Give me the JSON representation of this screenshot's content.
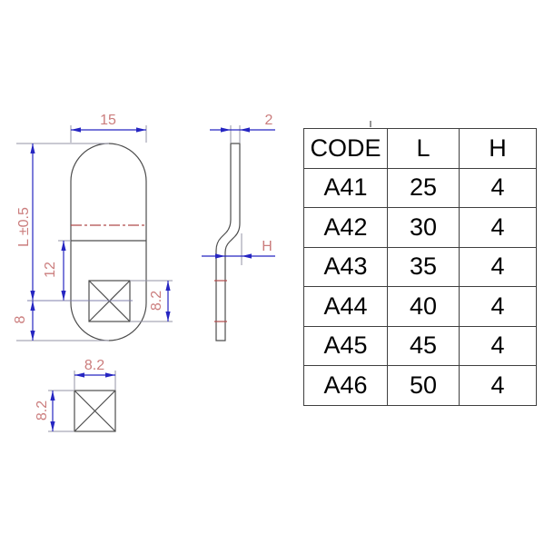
{
  "front_view": {
    "width_label": "15",
    "length_label": "L ±0.5",
    "offset_label": "12",
    "bottom_label": "8",
    "hole_label": "8.2"
  },
  "side_view": {
    "thickness_label": "2",
    "height_label": "H"
  },
  "detail_view": {
    "width_label": "8.2",
    "height_label": "8.2"
  },
  "table": {
    "headers": [
      "CODE",
      "L",
      "H"
    ],
    "rows": [
      {
        "code": "A41",
        "l": "25",
        "h": "4"
      },
      {
        "code": "A42",
        "l": "30",
        "h": "4"
      },
      {
        "code": "A43",
        "l": "35",
        "h": "4"
      },
      {
        "code": "A44",
        "l": "40",
        "h": "4"
      },
      {
        "code": "A45",
        "l": "45",
        "h": "4"
      },
      {
        "code": "A46",
        "l": "50",
        "h": "4"
      }
    ]
  },
  "colors": {
    "outline": "#4d4d4d",
    "dimension": "#2626c2",
    "extension": "#9393a6",
    "centerline": "#8080ac",
    "dim_text": "#cb7d7d",
    "bend_line": "#b14a4a",
    "table_border": "#3f3f3f",
    "table_text": "#000000",
    "background": "#ffffff"
  }
}
